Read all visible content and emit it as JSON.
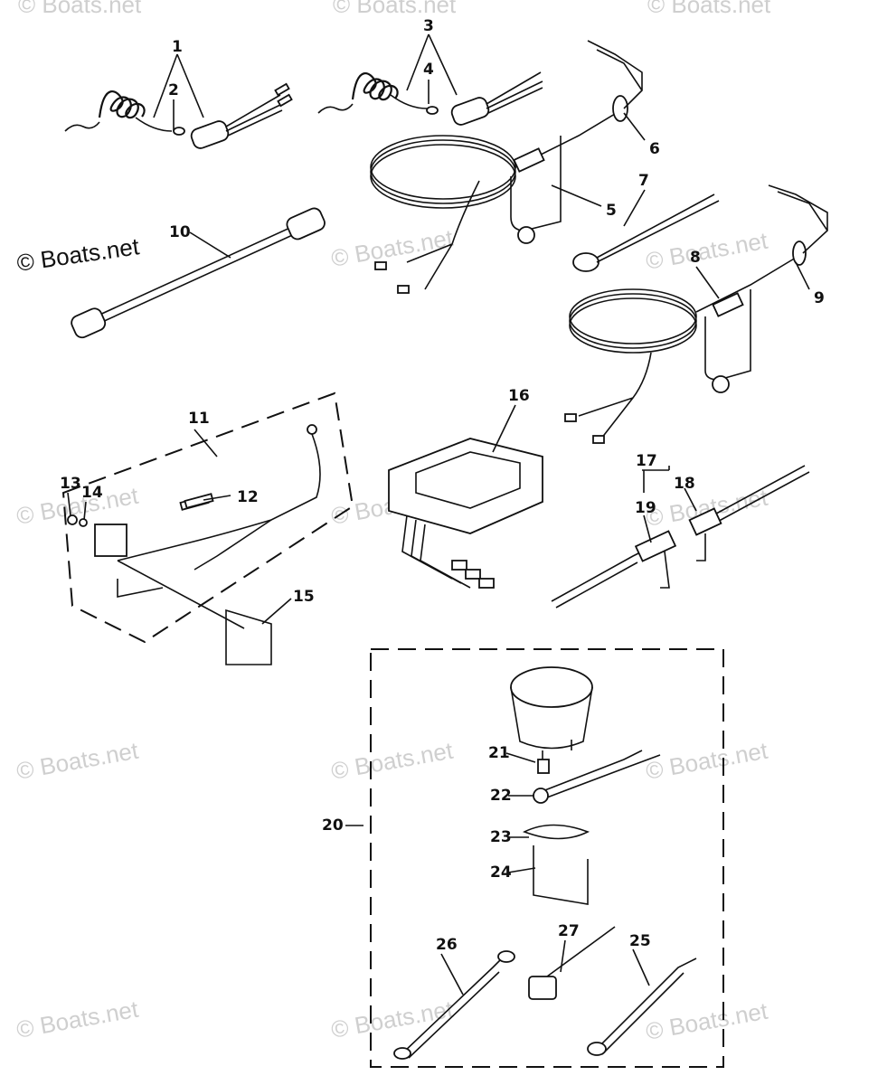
{
  "watermark": {
    "text": "© Boats.net",
    "prominent_text": "© Boats.net"
  },
  "parts": [
    {
      "ref": "1"
    },
    {
      "ref": "2"
    },
    {
      "ref": "3"
    },
    {
      "ref": "4"
    },
    {
      "ref": "5"
    },
    {
      "ref": "6"
    },
    {
      "ref": "7"
    },
    {
      "ref": "8"
    },
    {
      "ref": "9"
    },
    {
      "ref": "10"
    },
    {
      "ref": "11"
    },
    {
      "ref": "12"
    },
    {
      "ref": "13"
    },
    {
      "ref": "14"
    },
    {
      "ref": "15"
    },
    {
      "ref": "16"
    },
    {
      "ref": "17"
    },
    {
      "ref": "18"
    },
    {
      "ref": "19"
    },
    {
      "ref": "20"
    },
    {
      "ref": "21"
    },
    {
      "ref": "22"
    },
    {
      "ref": "23"
    },
    {
      "ref": "24"
    },
    {
      "ref": "25"
    },
    {
      "ref": "26"
    },
    {
      "ref": "27"
    }
  ]
}
